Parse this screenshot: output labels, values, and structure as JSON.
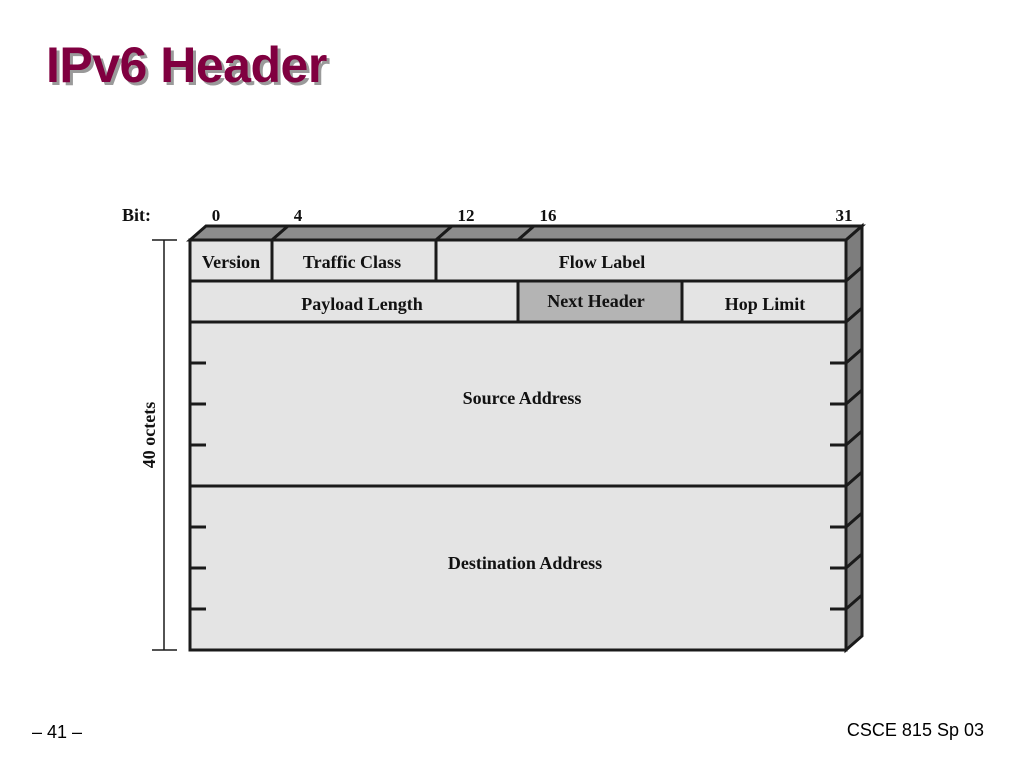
{
  "slide": {
    "title": "IPv6 Header",
    "page_number": "– 41 –",
    "course": "CSCE 815 Sp 03"
  },
  "diagram": {
    "bit_label": "Bit:",
    "bit_positions": [
      "0",
      "4",
      "12",
      "16",
      "31"
    ],
    "side_label": "40 octets",
    "fields": {
      "version": "Version",
      "traffic_class": "Traffic Class",
      "flow_label": "Flow Label",
      "payload_length": "Payload Length",
      "next_header": "Next Header",
      "hop_limit": "Hop Limit",
      "source_address": "Source Address",
      "destination_address": "Destination Address"
    },
    "colors": {
      "field_fill": "#e4e4e4",
      "highlight_fill": "#b4b4b4",
      "side_fill": "#7d7d7d",
      "stroke": "#1a1a1a"
    }
  }
}
